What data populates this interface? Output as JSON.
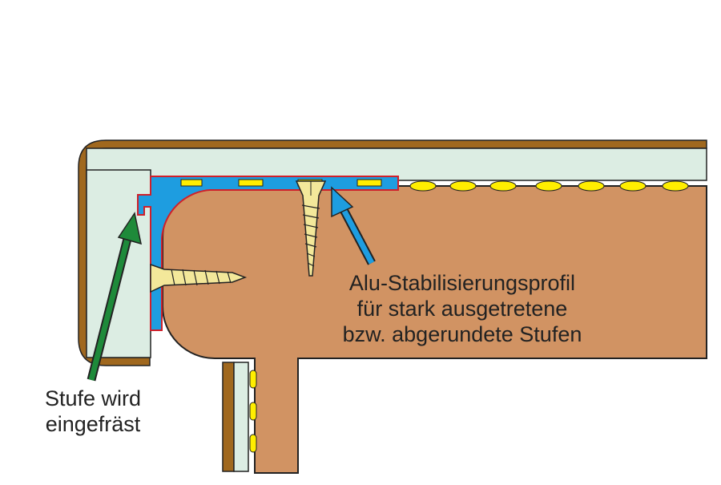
{
  "labels": {
    "profile_line1": "Alu-Stabilisierungsprofil",
    "profile_line2": "für stark ausgetretene",
    "profile_line3": "bzw. abgerundete Stufen",
    "step_line1": "Stufe wird",
    "step_line2": "eingefräst"
  },
  "colors": {
    "wood": "#D19363",
    "brown_edge": "#A0681E",
    "cover_panel": "#DCEDE3",
    "alu_profile": "#1E9DE0",
    "profile_border": "#D0202A",
    "glue": "#FFEE00",
    "screw": "#F3E89A",
    "arrow_green": "#1E8A3A",
    "arrow_blue": "#1E9DE0",
    "outline": "#222222"
  },
  "icons": [
    "screw-vertical-icon",
    "screw-horizontal-icon",
    "green-arrow-icon",
    "blue-arrow-icon"
  ]
}
